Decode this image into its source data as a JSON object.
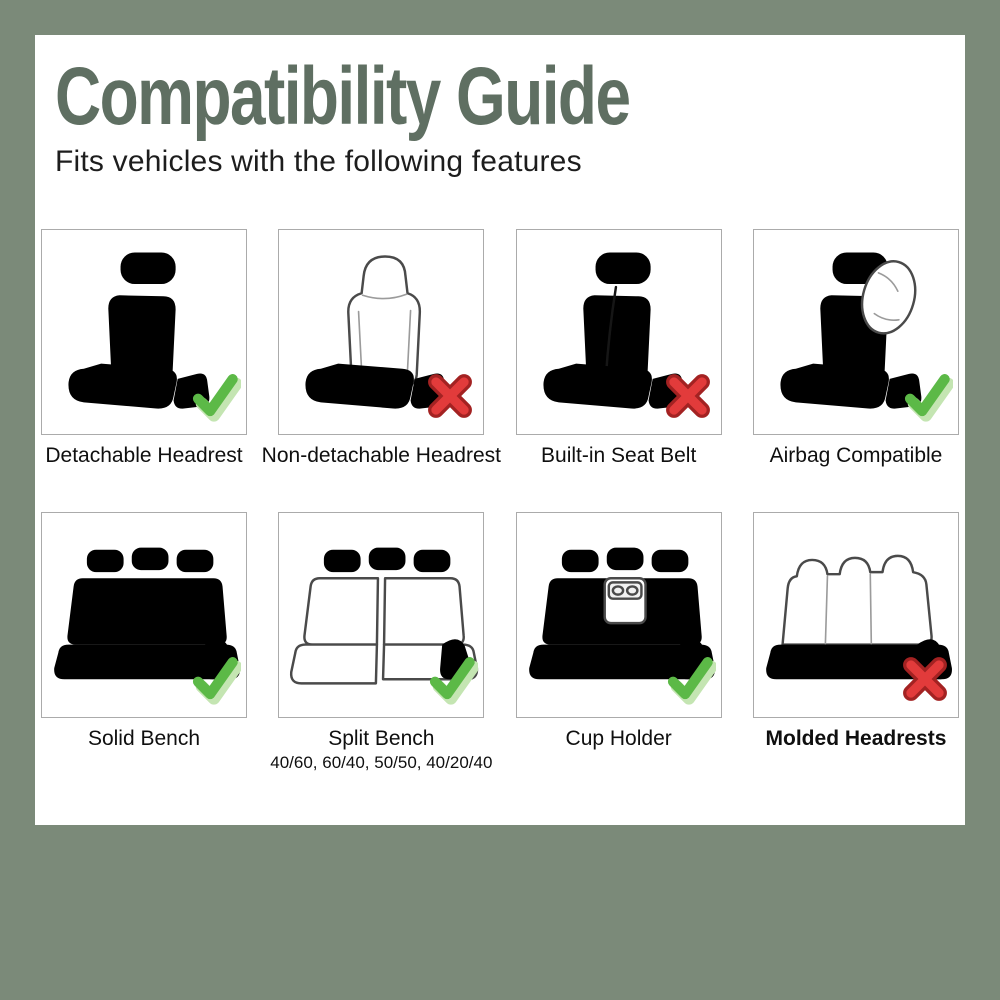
{
  "page": {
    "title": "Compatibility Guide",
    "subtitle": "Fits vehicles with the following features"
  },
  "colors": {
    "frame_border": "#7b8a79",
    "title_text": "#5f6f62",
    "check_green": "#5cb947",
    "check_green_shadow": "#c4e5b2",
    "cross_red": "#e23b3b",
    "cross_red_dark": "#a32222",
    "box_border": "#ababab"
  },
  "items": [
    {
      "label": "Detachable Headrest",
      "status": "check"
    },
    {
      "label": "Non-detachable Headrest",
      "status": "cross"
    },
    {
      "label": "Built-in Seat Belt",
      "status": "cross"
    },
    {
      "label": "Airbag Compatible",
      "status": "check"
    },
    {
      "label": "Solid Bench",
      "status": "check"
    },
    {
      "label": "Split Bench",
      "sublabel": "40/60, 60/40, 50/50, 40/20/40",
      "status": "check"
    },
    {
      "label": "Cup Holder",
      "status": "check"
    },
    {
      "label": "Molded Headrests",
      "status": "cross"
    }
  ]
}
